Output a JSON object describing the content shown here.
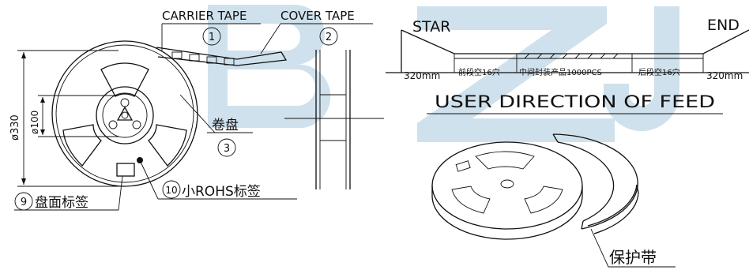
{
  "watermark": {
    "letters": "BZJ",
    "color": "#c9ddea"
  },
  "reel": {
    "carrier_label": "CARRIER TAPE",
    "carrier_num": "1",
    "cover_label": "COVER TAPE",
    "cover_num": "2",
    "reel_label": "卷盘",
    "reel_num": "3",
    "dia_outer": "ø330",
    "dia_inner": "ø100",
    "label_num": "9",
    "label_text": "盘面标签",
    "rohs_num": "10",
    "rohs_text": "小ROHS标签"
  },
  "feed": {
    "start": "STAR",
    "end": "END",
    "seg1": "320mm",
    "seg2": "前段空16穴",
    "seg3": "中间封装产品1000PCS",
    "seg4": "后段空16穴",
    "seg5": "320mm",
    "direction": "USER DIRECTION OF FEED"
  },
  "protect": {
    "label": "保护带"
  }
}
